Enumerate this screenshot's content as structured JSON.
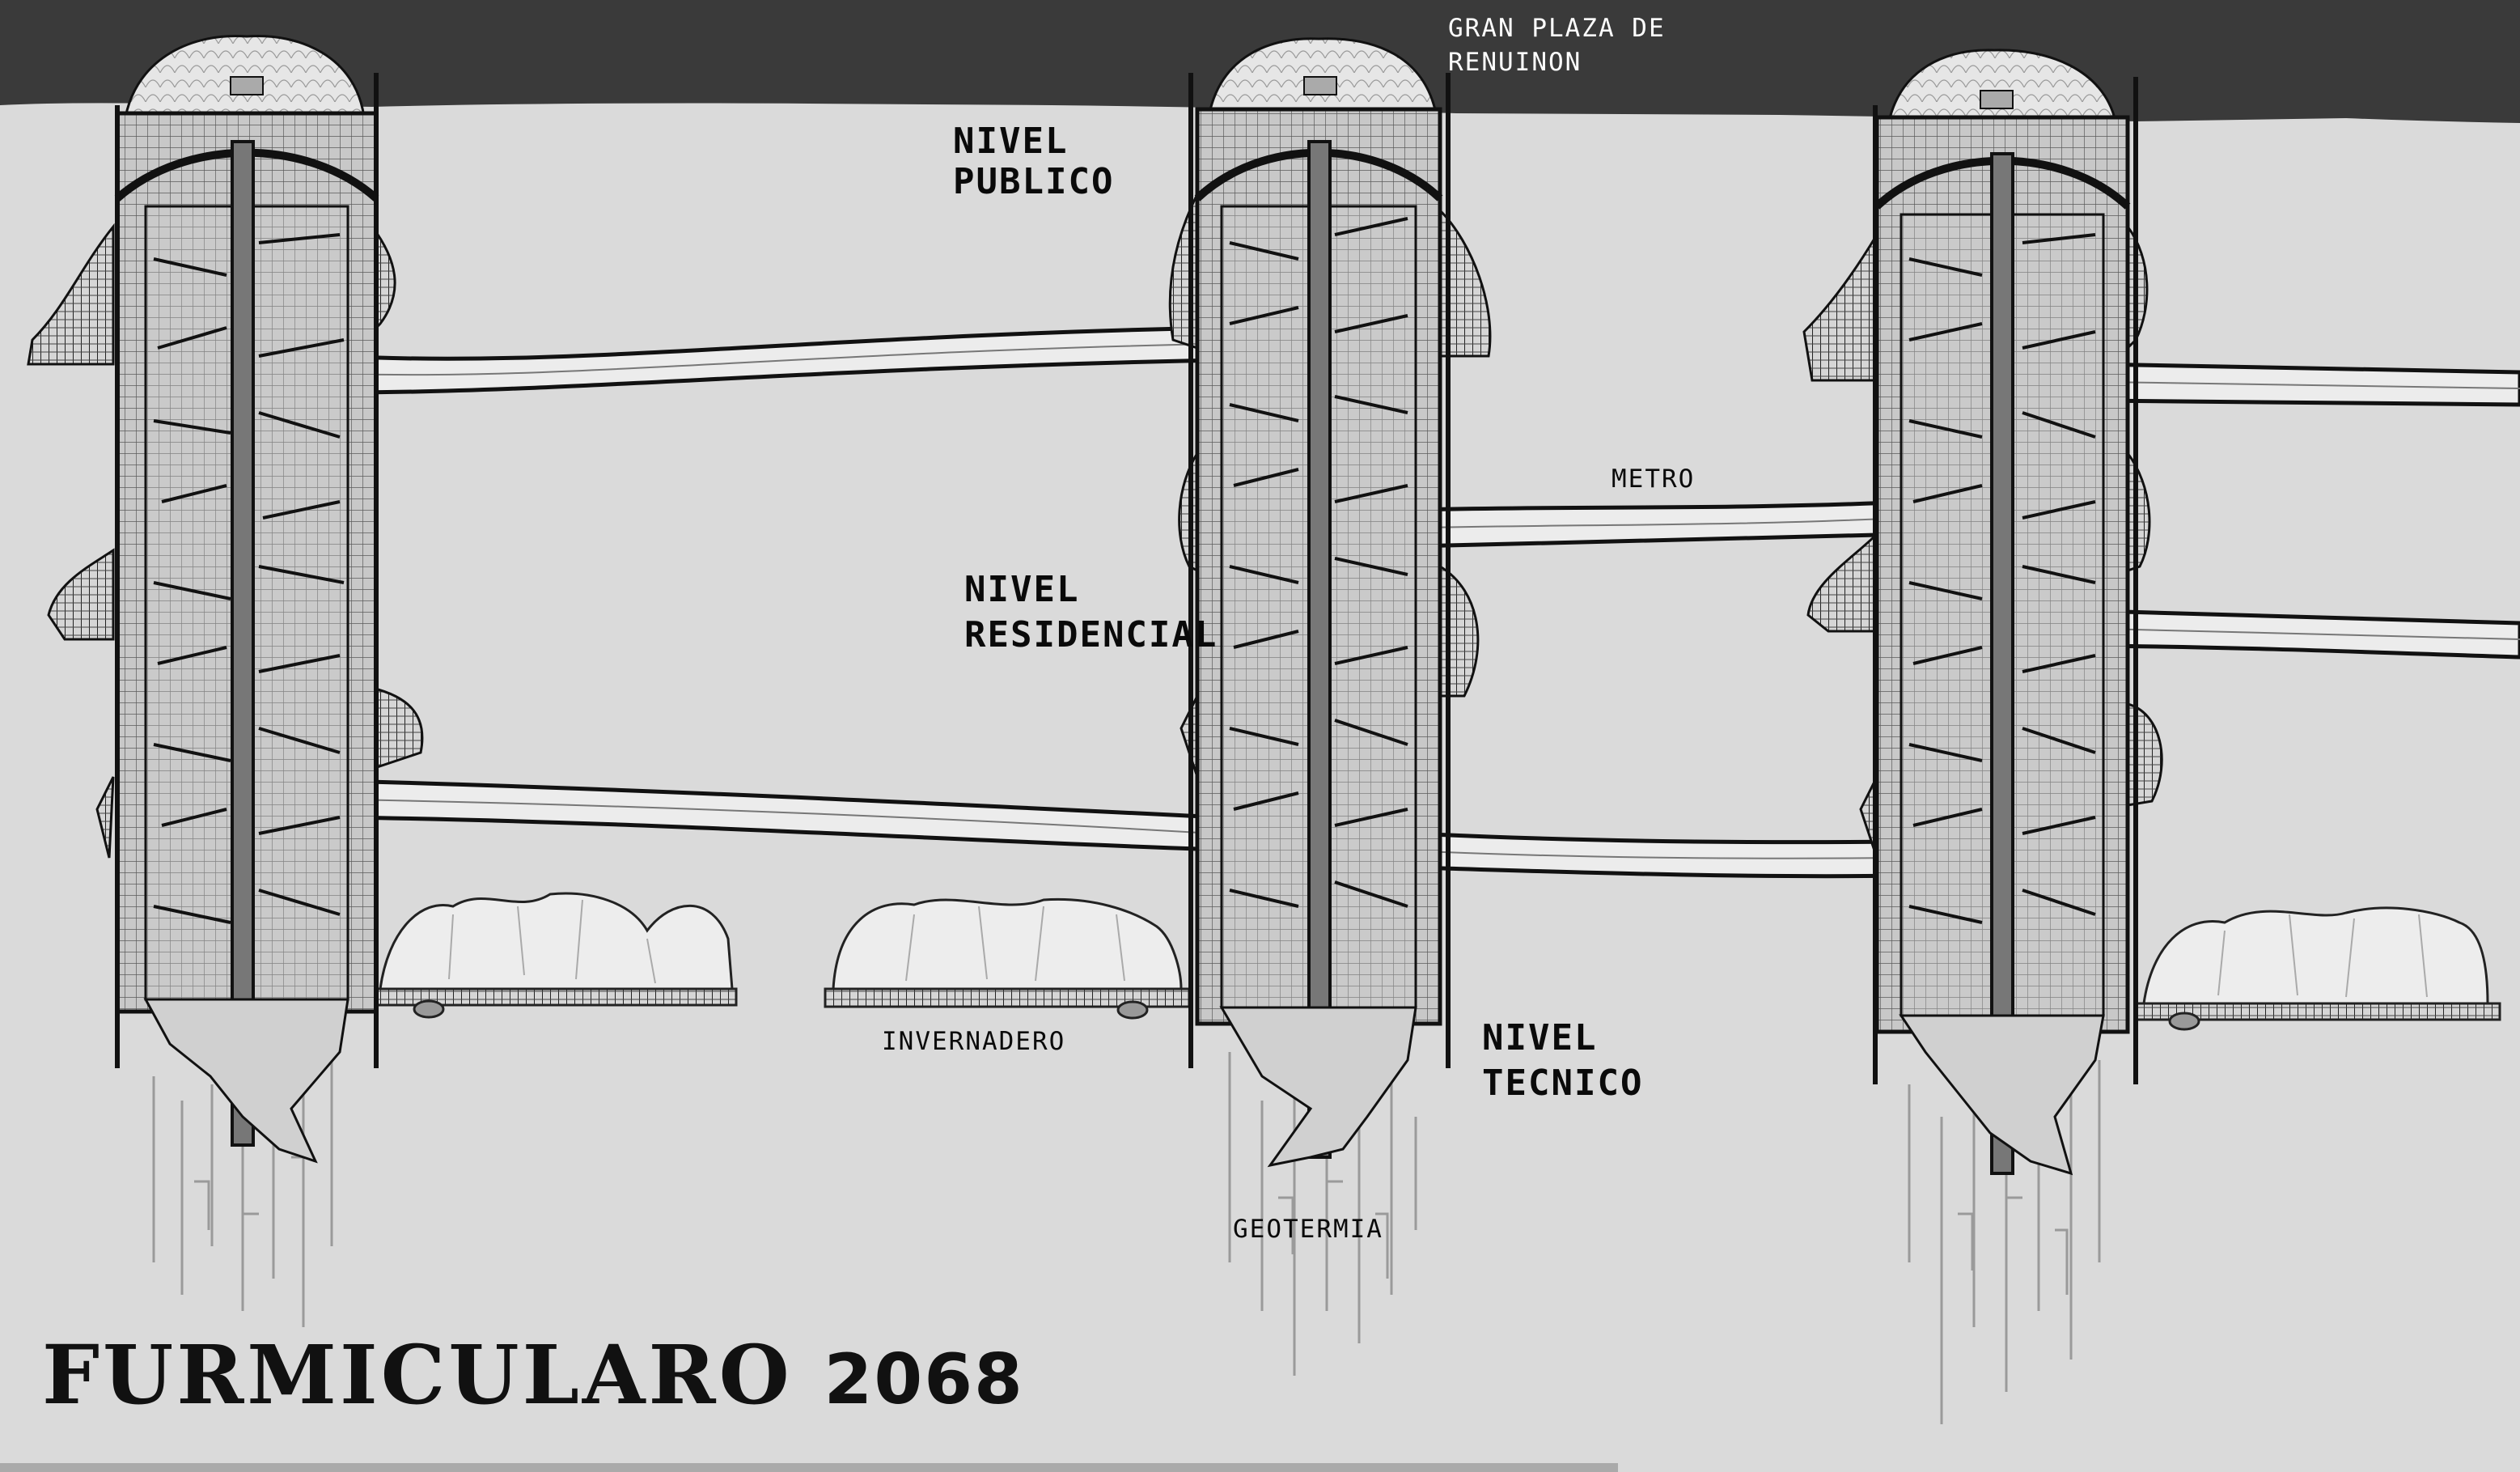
{
  "diagram": {
    "labels": {
      "plaza_line1": "GRAN PLAZA DE",
      "plaza_line2": "RENUINON",
      "publico_line1": "NIVEL",
      "publico_line2": "PUBLICO",
      "residencial_line1": "NIVEL",
      "residencial_line2": "RESIDENCIAL",
      "metro": "METRO",
      "invernadero": "INVERNADERO",
      "tecnico_line1": "NIVEL",
      "tecnico_line2": "TECNICO",
      "geotermia": "GEOTERMIA"
    },
    "title": {
      "name": "FURMICULARO",
      "year": "2068"
    },
    "colors": {
      "sky": "#3a3a3a",
      "ground": "#dadada",
      "ink": "#111111",
      "tube_fill": "#ececec",
      "tower_fill": "#c9c9c9"
    }
  }
}
